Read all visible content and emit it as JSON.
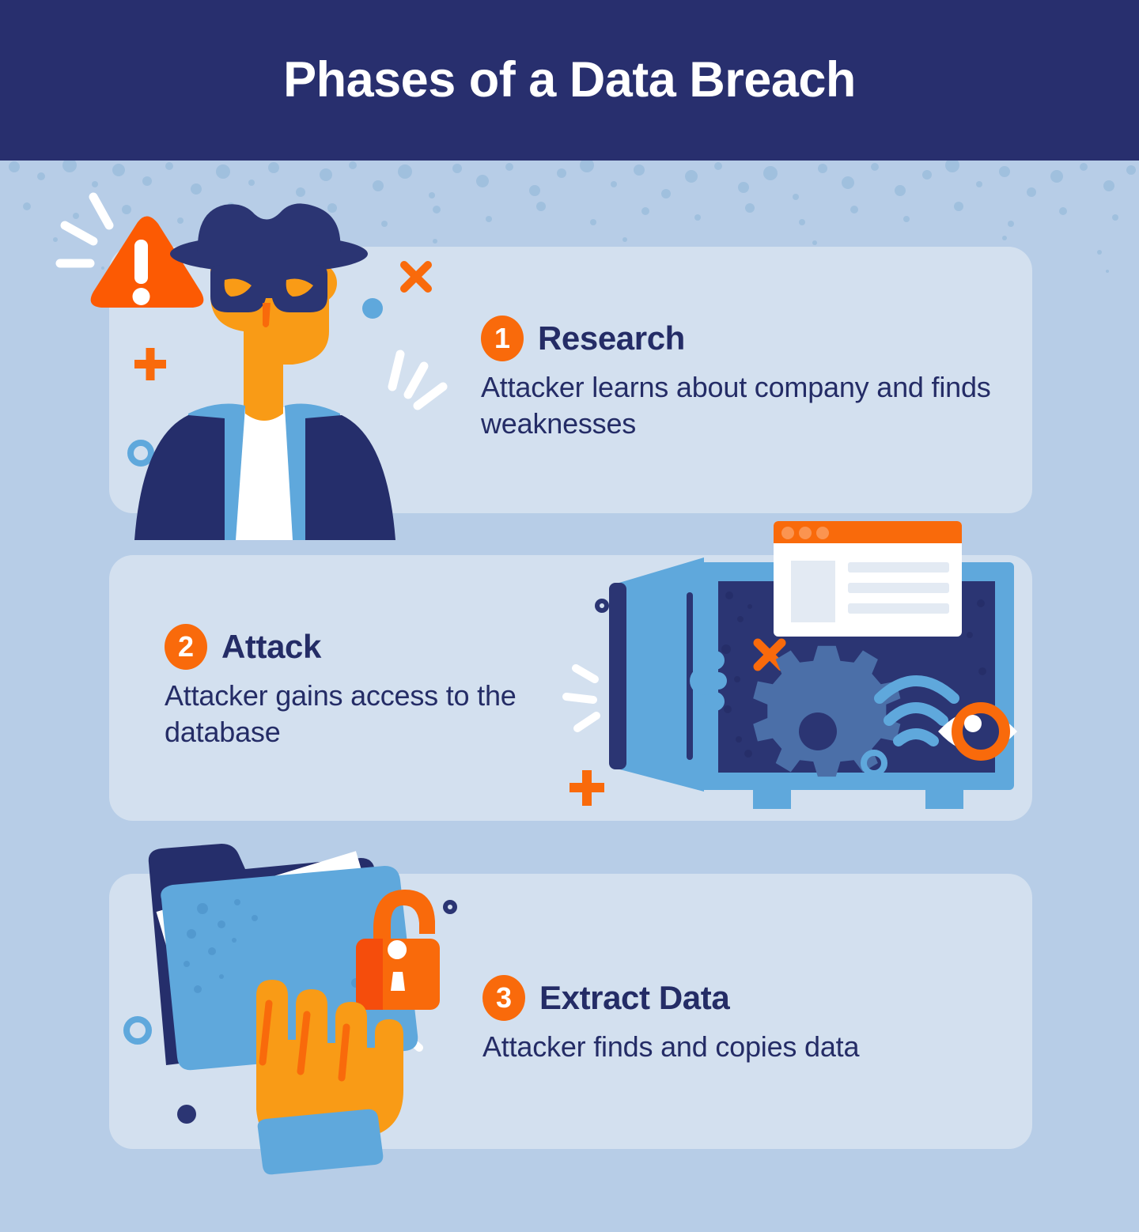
{
  "header": {
    "title": "Phases of a Data Breach",
    "background_color": "#282F6E",
    "title_color": "#FFFFFF"
  },
  "page": {
    "background_color": "#B7CDE7",
    "card_background_color": "#D3E0EF",
    "accent_orange": "#F96A0B",
    "accent_navy": "#242C66",
    "accent_blue": "#5FA8DC"
  },
  "steps": [
    {
      "number": "1",
      "title": "Research",
      "description": "Attacker learns about company and finds weaknesses",
      "illustration": "hacker-with-warning-sign"
    },
    {
      "number": "2",
      "title": "Attack",
      "description": "Attacker gains access to the database",
      "illustration": "open-safe-with-browser-window"
    },
    {
      "number": "3",
      "title": "Extract Data",
      "description": "Attacker finds and copies data",
      "illustration": "hand-grabbing-folder-with-open-padlock"
    }
  ]
}
